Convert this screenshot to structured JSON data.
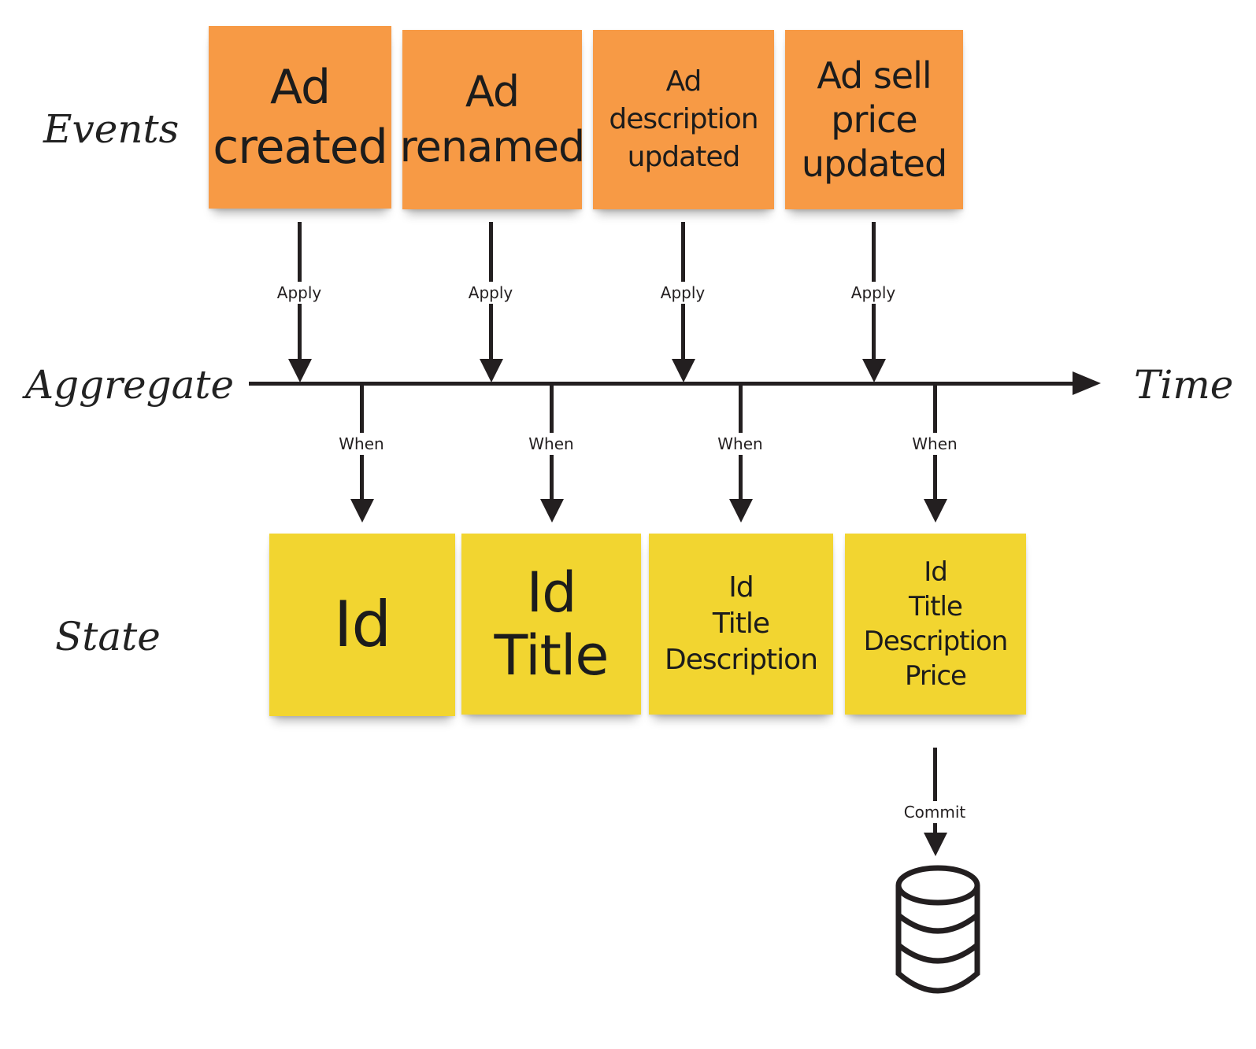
{
  "rows": {
    "events": "Events",
    "aggregate": "Aggregate",
    "state": "State",
    "time": "Time"
  },
  "events": [
    {
      "text": "Ad\ncreated"
    },
    {
      "text": "Ad\nrenamed"
    },
    {
      "text": "Ad\ndescription\nupdated"
    },
    {
      "text": "Ad sell\nprice\nupdated"
    }
  ],
  "states": [
    {
      "text": "Id"
    },
    {
      "text": "Id\nTitle"
    },
    {
      "text": "Id\nTitle\nDescription"
    },
    {
      "text": "Id\nTitle\nDescription\nPrice"
    }
  ],
  "edges": {
    "apply": "Apply",
    "when": "When",
    "commit": "Commit"
  },
  "colors": {
    "event_note": "#f79a45",
    "state_note": "#f2d530",
    "line": "#231f20"
  },
  "icons": {
    "store": "database-icon"
  }
}
